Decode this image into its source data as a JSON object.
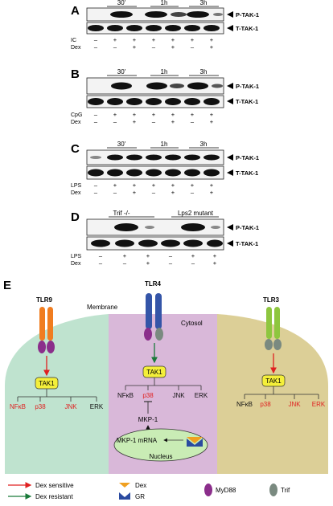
{
  "blot_panels": [
    {
      "letter": "A",
      "timepoints": [
        "30'",
        "1h",
        "3h"
      ],
      "band_labels": [
        "P-TAK-1",
        "T-TAK-1"
      ],
      "row_labels": [
        "IC",
        "Dex"
      ],
      "row1_signs": [
        "–",
        "+",
        "+",
        "+",
        "+",
        "+",
        "+"
      ],
      "row2_signs": [
        "–",
        "–",
        "+",
        "–",
        "+",
        "–",
        "+"
      ]
    },
    {
      "letter": "B",
      "timepoints": [
        "30'",
        "1h",
        "3h"
      ],
      "band_labels": [
        "P-TAK-1",
        "T-TAK-1"
      ],
      "row_labels": [
        "CpG",
        "Dex"
      ],
      "row1_signs": [
        "–",
        "+",
        "+",
        "+",
        "+",
        "+",
        "+"
      ],
      "row2_signs": [
        "–",
        "–",
        "+",
        "–",
        "+",
        "–",
        "+"
      ]
    },
    {
      "letter": "C",
      "timepoints": [
        "30'",
        "1h",
        "3h"
      ],
      "band_labels": [
        "P-TAK-1",
        "T-TAK-1"
      ],
      "row_labels": [
        "LPS",
        "Dex"
      ],
      "row1_signs": [
        "–",
        "+",
        "+",
        "+",
        "+",
        "+",
        "+"
      ],
      "row2_signs": [
        "–",
        "–",
        "+",
        "–",
        "+",
        "–",
        "+"
      ]
    },
    {
      "letter": "D",
      "groups": [
        "Trif -/-",
        "Lps2 mutant"
      ],
      "band_labels": [
        "P-TAK-1",
        "T-TAK-1"
      ],
      "row_labels": [
        "LPS",
        "Dex"
      ],
      "row1_signs": [
        "–",
        "+",
        "+",
        "–",
        "+",
        "+"
      ],
      "row2_signs": [
        "–",
        "–",
        "+",
        "–",
        "–",
        "+"
      ]
    }
  ],
  "diagram": {
    "letter": "E",
    "receptors": [
      "TLR9",
      "TLR4",
      "TLR3"
    ],
    "membrane_label": "Membrane",
    "cytosol_label": "Cytosol",
    "kinase": "TAK1",
    "left_targets": [
      "NFκB",
      "p38",
      "JNK",
      "ERK"
    ],
    "middle_targets": [
      "NFκB",
      "p38",
      "JNK",
      "ERK"
    ],
    "right_targets": [
      "NFκB",
      "p38",
      "JNK",
      "ERK"
    ],
    "mkp1": "MKP-1",
    "mkp1_mrna": "MKP-1 mRNA",
    "nucleus": "Nucleus",
    "colors": {
      "dex_sensitive": "#e02020",
      "dex_resistant": "#1a7a3a",
      "left_bg": "#bfe3cf",
      "middle_bg": "#d9b8d9",
      "right_bg": "#dccf97",
      "tak1": "#f4ef3a",
      "myd88": "#8b2e8b",
      "trif": "#7a8a80",
      "dex": "#f0a020",
      "gr": "#2a4aa0"
    }
  },
  "legend": {
    "dex_sensitive": "Dex sensitive",
    "dex_resistant": "Dex resistant",
    "dex": "Dex",
    "gr": "GR",
    "myd88": "MyD88",
    "trif": "Trif"
  }
}
